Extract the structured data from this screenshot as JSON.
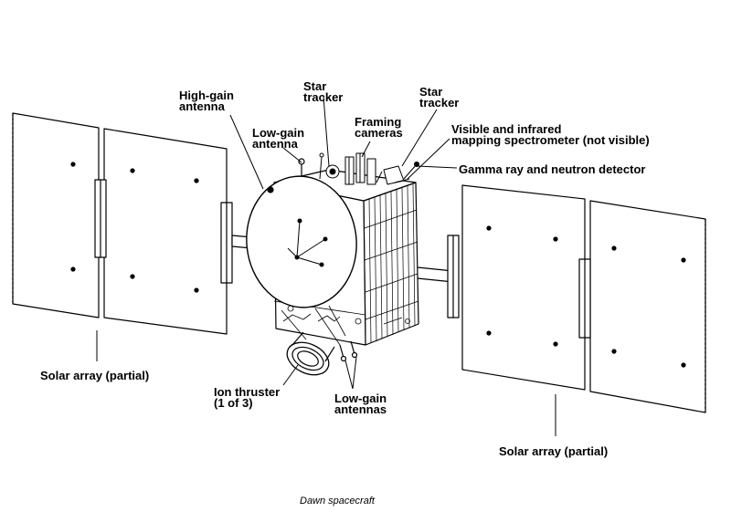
{
  "labels": {
    "high_gain_antenna": [
      "High-gain",
      "antenna"
    ],
    "low_gain_antenna": [
      "Low-gain",
      "antenna"
    ],
    "star_tracker_1": [
      "Star",
      "tracker"
    ],
    "star_tracker_2": [
      "Star",
      "tracker"
    ],
    "framing_cameras": [
      "Framing",
      "cameras"
    ],
    "vir_spectrometer": [
      "Visible and infrared",
      "mapping spectrometer (not visible)"
    ],
    "grand_detector": "Gamma ray and neutron detector",
    "solar_array_left": "Solar array (partial)",
    "solar_array_right": "Solar array (partial)",
    "ion_thruster": [
      "Ion thruster",
      "(1 of 3)"
    ],
    "low_gain_antennas": [
      "Low-gain",
      "antennas"
    ]
  },
  "caption": "Dawn spacecraft"
}
